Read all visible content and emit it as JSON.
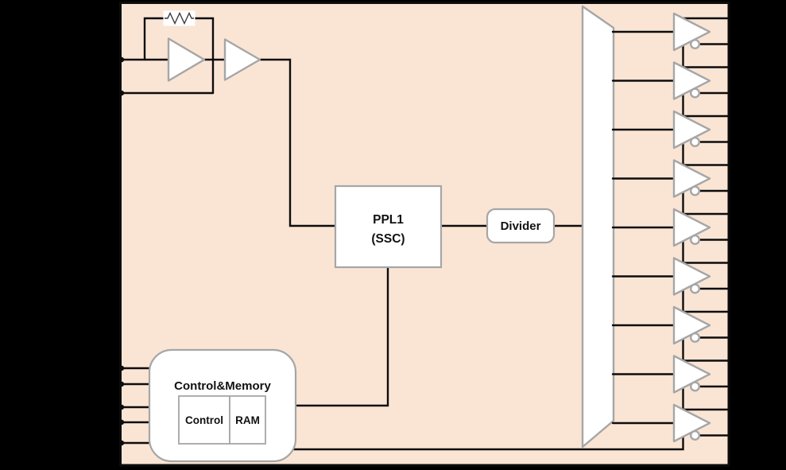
{
  "page": {
    "background_color": "#000000",
    "chip_fill_color": "#fae5d5",
    "chip_border_color": "#0d0d0d",
    "block_fill_color": "#ffffff",
    "block_border_color": "#a6a6a6",
    "wire_color": "#0d0d0d"
  },
  "blocks": {
    "pll": {
      "line1": "PPL1",
      "line2": "(SSC)"
    },
    "divider": {
      "label": "Divider"
    },
    "control_memory": {
      "title": "Control&Memory",
      "control_label": "Control",
      "ram_label": "RAM"
    }
  },
  "oscillator": {
    "feedback_component": "resistor",
    "amplifier_count": 2,
    "input_pin_count": 2
  },
  "mux": {
    "shape": "trapezoid",
    "input_count": 1,
    "output_count": 9
  },
  "output_buffers": {
    "count": 9,
    "inverting_bubble": true,
    "outputs_per_buffer": 2
  },
  "control_inputs": {
    "count": 5
  }
}
